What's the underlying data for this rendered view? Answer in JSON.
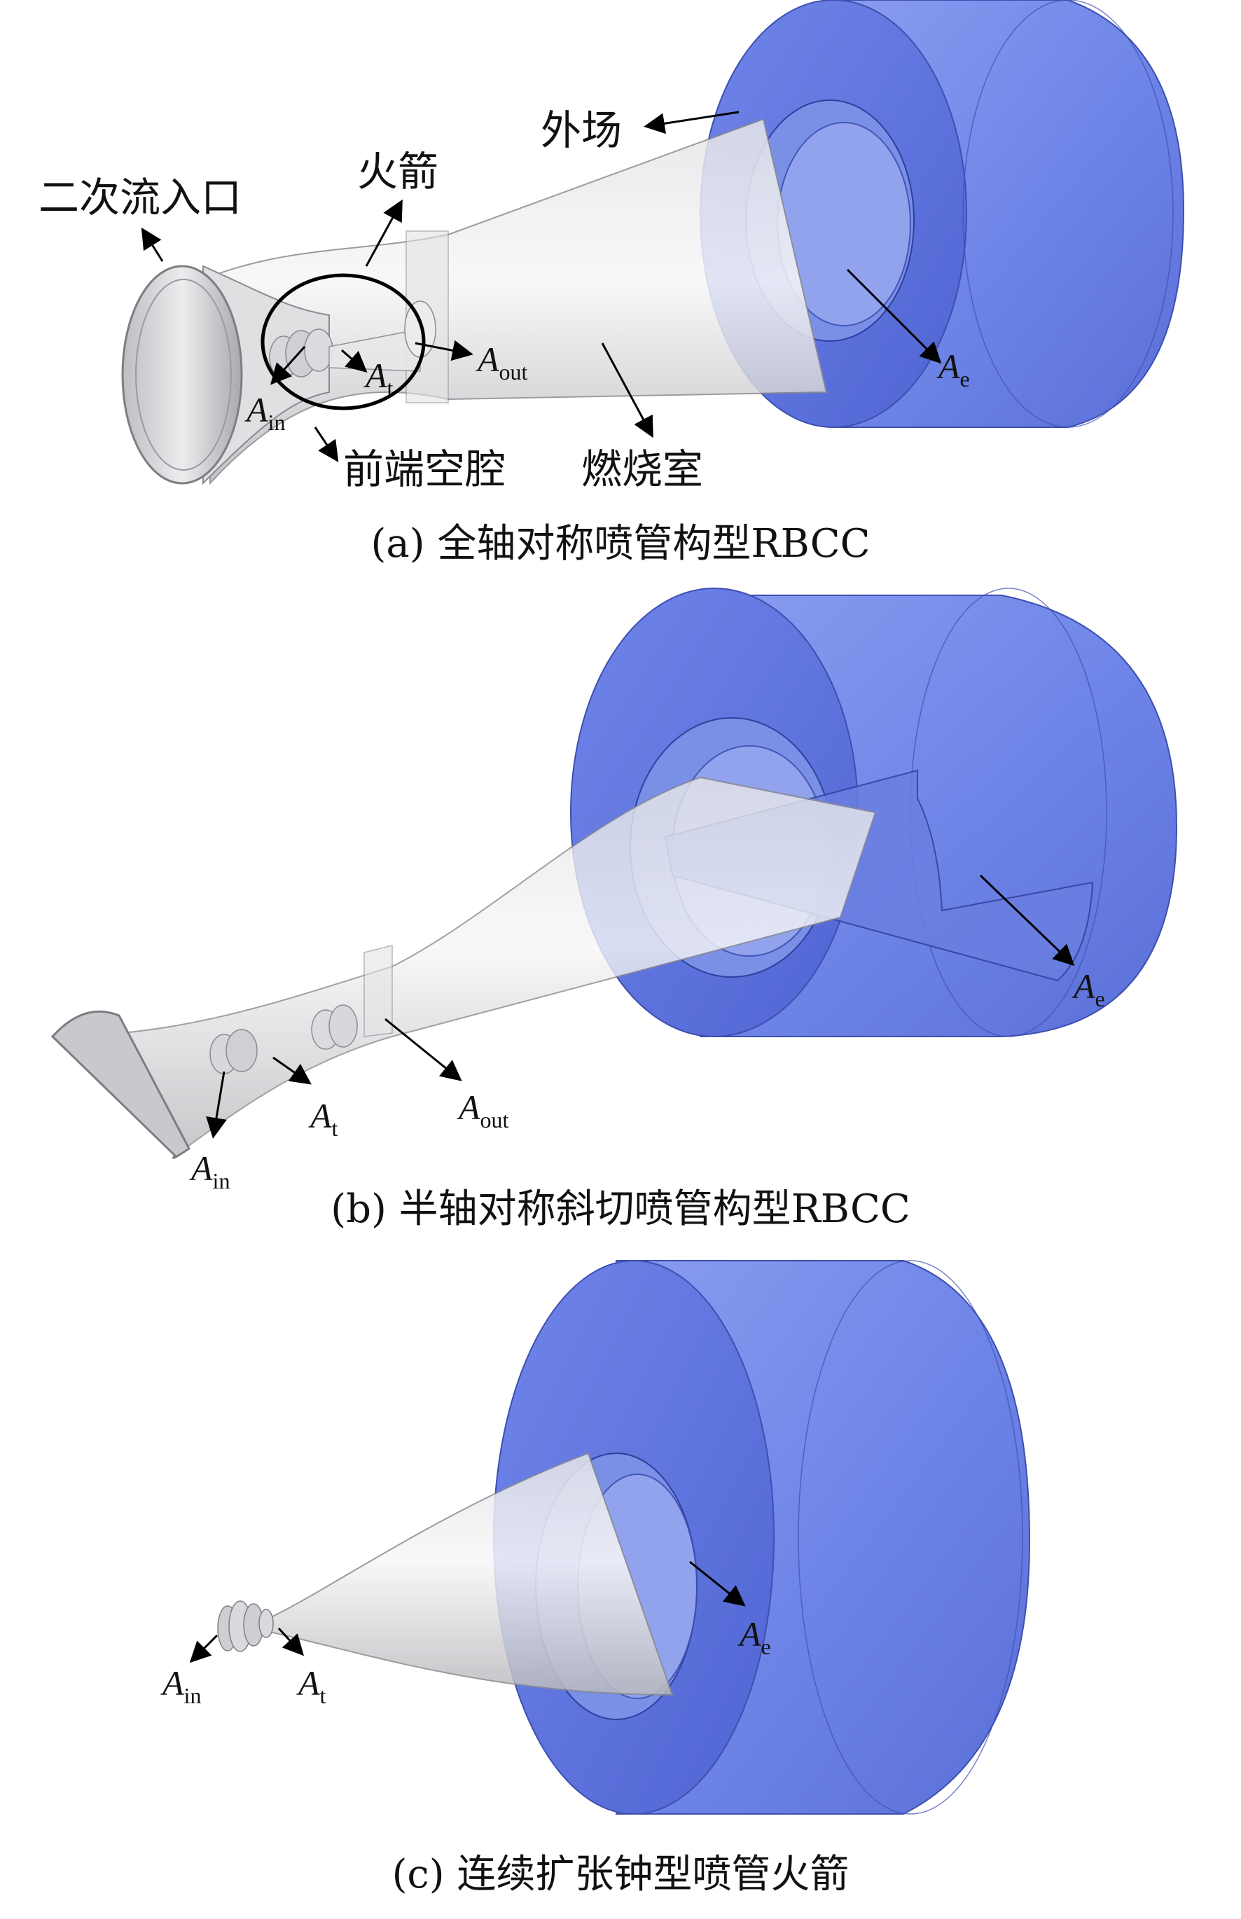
{
  "panels": [
    {
      "caption": "(a) 全轴对称喷管构型RBCC",
      "labels": {
        "secondary_inlet": "二次流入口",
        "rocket": "火箭",
        "outer_field": "外场",
        "front_cavity": "前端空腔",
        "combustor": "燃烧室"
      },
      "symbols": {
        "A_in": {
          "base": "A",
          "sub": "in"
        },
        "A_t": {
          "base": "A",
          "sub": "t"
        },
        "A_out": {
          "base": "A",
          "sub": "out"
        },
        "A_e": {
          "base": "A",
          "sub": "e"
        }
      }
    },
    {
      "caption": "(b) 半轴对称斜切喷管构型RBCC",
      "symbols": {
        "A_in": {
          "base": "A",
          "sub": "in"
        },
        "A_t": {
          "base": "A",
          "sub": "t"
        },
        "A_out": {
          "base": "A",
          "sub": "out"
        },
        "A_e": {
          "base": "A",
          "sub": "e"
        }
      }
    },
    {
      "caption": "(c) 连续扩张钟型喷管火箭",
      "symbols": {
        "A_in": {
          "base": "A",
          "sub": "in"
        },
        "A_t": {
          "base": "A",
          "sub": "t"
        },
        "A_e": {
          "base": "A",
          "sub": "e"
        }
      }
    }
  ],
  "colors": {
    "outer_field_blue": "#6f86e8",
    "outer_field_dark": "#4d63cf",
    "nozzle_grey": "#d4d4d6",
    "nozzle_edge": "#7d7d82"
  }
}
